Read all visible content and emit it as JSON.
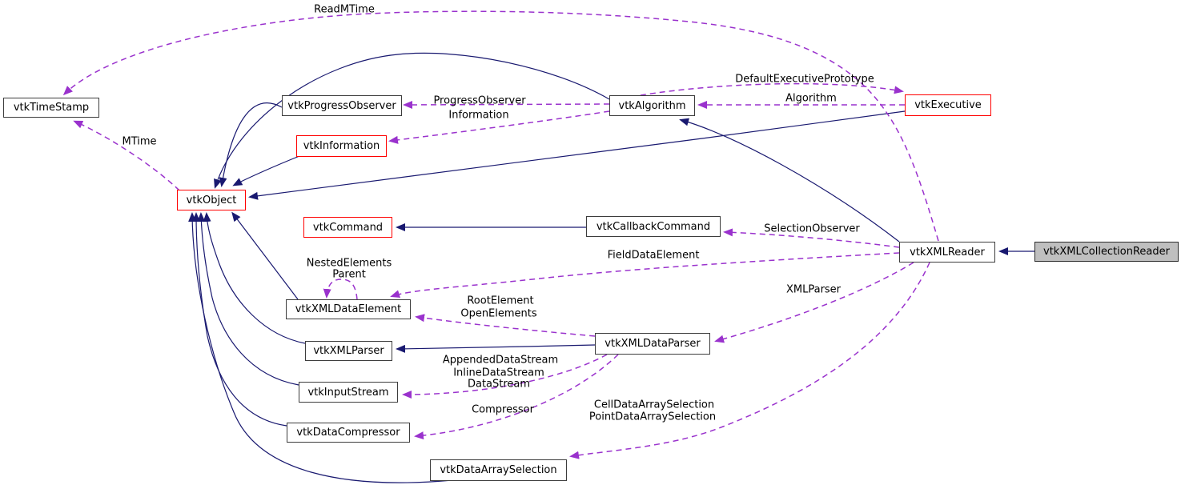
{
  "diagram": {
    "kind": "collaboration-graph",
    "focus_class": "vtkXMLCollectionReader"
  },
  "colors": {
    "background": "#ffffff",
    "inheritance_edge": "#191970",
    "usage_edge": "#9a32cd",
    "node_border": "#3d3d3d",
    "truncated_node_border": "#ff0000",
    "node_fill": "#ffffff",
    "focus_node_fill": "#bfbfbf",
    "text": "#000000"
  },
  "nodes": [
    {
      "id": "vtkTimeStamp",
      "label": "vtkTimeStamp",
      "style": "normal"
    },
    {
      "id": "vtkProgressObserver",
      "label": "vtkProgressObserver",
      "style": "normal"
    },
    {
      "id": "vtkInformation",
      "label": "vtkInformation",
      "style": "truncated"
    },
    {
      "id": "vtkObject",
      "label": "vtkObject",
      "style": "truncated"
    },
    {
      "id": "vtkCommand",
      "label": "vtkCommand",
      "style": "truncated"
    },
    {
      "id": "vtkAlgorithm",
      "label": "vtkAlgorithm",
      "style": "normal"
    },
    {
      "id": "vtkCallbackCommand",
      "label": "vtkCallbackCommand",
      "style": "normal"
    },
    {
      "id": "vtkExecutive",
      "label": "vtkExecutive",
      "style": "truncated"
    },
    {
      "id": "vtkXMLReader",
      "label": "vtkXMLReader",
      "style": "normal"
    },
    {
      "id": "vtkXMLCollectionReader",
      "label": "vtkXMLCollectionReader",
      "style": "focus"
    },
    {
      "id": "vtkXMLDataElement",
      "label": "vtkXMLDataElement",
      "style": "normal"
    },
    {
      "id": "vtkXMLParser",
      "label": "vtkXMLParser",
      "style": "normal"
    },
    {
      "id": "vtkInputStream",
      "label": "vtkInputStream",
      "style": "normal"
    },
    {
      "id": "vtkDataCompressor",
      "label": "vtkDataCompressor",
      "style": "normal"
    },
    {
      "id": "vtkXMLDataParser",
      "label": "vtkXMLDataParser",
      "style": "normal"
    },
    {
      "id": "vtkDataArraySelection",
      "label": "vtkDataArraySelection",
      "style": "normal"
    }
  ],
  "edge_labels": [
    {
      "text": "ReadMTime"
    },
    {
      "text": "MTime"
    },
    {
      "text": "ProgressObserver"
    },
    {
      "text": "Information"
    },
    {
      "text": "DefaultExecutivePrototype"
    },
    {
      "text": "Algorithm"
    },
    {
      "text": "SelectionObserver"
    },
    {
      "text": "FieldDataElement"
    },
    {
      "text": "XMLParser"
    },
    {
      "text": "NestedElements"
    },
    {
      "text": "Parent"
    },
    {
      "text": "RootElement"
    },
    {
      "text": "OpenElements"
    },
    {
      "text": "AppendedDataStream"
    },
    {
      "text": "InlineDataStream"
    },
    {
      "text": "DataStream"
    },
    {
      "text": "Compressor"
    },
    {
      "text": "CellDataArraySelection"
    },
    {
      "text": "PointDataArraySelection"
    }
  ],
  "edges": [
    {
      "from": "vtkProgressObserver",
      "to": "vtkObject",
      "type": "inheritance"
    },
    {
      "from": "vtkInformation",
      "to": "vtkObject",
      "type": "inheritance"
    },
    {
      "from": "vtkAlgorithm",
      "to": "vtkObject",
      "type": "inheritance"
    },
    {
      "from": "vtkExecutive",
      "to": "vtkObject",
      "type": "inheritance"
    },
    {
      "from": "vtkXMLDataElement",
      "to": "vtkObject",
      "type": "inheritance"
    },
    {
      "from": "vtkXMLParser",
      "to": "vtkObject",
      "type": "inheritance"
    },
    {
      "from": "vtkInputStream",
      "to": "vtkObject",
      "type": "inheritance"
    },
    {
      "from": "vtkDataCompressor",
      "to": "vtkObject",
      "type": "inheritance"
    },
    {
      "from": "vtkDataArraySelection",
      "to": "vtkObject",
      "type": "inheritance"
    },
    {
      "from": "vtkXMLReader",
      "to": "vtkAlgorithm",
      "type": "inheritance"
    },
    {
      "from": "vtkXMLCollectionReader",
      "to": "vtkXMLReader",
      "type": "inheritance"
    },
    {
      "from": "vtkCallbackCommand",
      "to": "vtkCommand",
      "type": "inheritance"
    },
    {
      "from": "vtkXMLDataParser",
      "to": "vtkXMLParser",
      "type": "inheritance"
    },
    {
      "from": "vtkXMLReader",
      "to": "vtkTimeStamp",
      "type": "usage",
      "label": "ReadMTime"
    },
    {
      "from": "vtkObject",
      "to": "vtkTimeStamp",
      "type": "usage",
      "label": "MTime"
    },
    {
      "from": "vtkAlgorithm",
      "to": "vtkProgressObserver",
      "type": "usage",
      "label": "ProgressObserver"
    },
    {
      "from": "vtkAlgorithm",
      "to": "vtkInformation",
      "type": "usage",
      "label": "Information"
    },
    {
      "from": "vtkAlgorithm",
      "to": "vtkExecutive",
      "type": "usage",
      "label": "DefaultExecutivePrototype"
    },
    {
      "from": "vtkExecutive",
      "to": "vtkAlgorithm",
      "type": "usage",
      "label": "Algorithm"
    },
    {
      "from": "vtkXMLReader",
      "to": "vtkCallbackCommand",
      "type": "usage",
      "label": "SelectionObserver"
    },
    {
      "from": "vtkXMLReader",
      "to": "vtkXMLDataElement",
      "type": "usage",
      "label": "FieldDataElement"
    },
    {
      "from": "vtkXMLDataElement",
      "to": "vtkXMLDataElement",
      "type": "usage",
      "label": "NestedElements Parent"
    },
    {
      "from": "vtkXMLDataParser",
      "to": "vtkXMLDataElement",
      "type": "usage",
      "label": "RootElement OpenElements"
    },
    {
      "from": "vtkXMLReader",
      "to": "vtkXMLDataParser",
      "type": "usage",
      "label": "XMLParser"
    },
    {
      "from": "vtkXMLDataParser",
      "to": "vtkInputStream",
      "type": "usage",
      "label": "AppendedDataStream InlineDataStream DataStream"
    },
    {
      "from": "vtkXMLDataParser",
      "to": "vtkDataCompressor",
      "type": "usage",
      "label": "Compressor"
    },
    {
      "from": "vtkXMLReader",
      "to": "vtkDataArraySelection",
      "type": "usage",
      "label": "CellDataArraySelection PointDataArraySelection"
    }
  ]
}
